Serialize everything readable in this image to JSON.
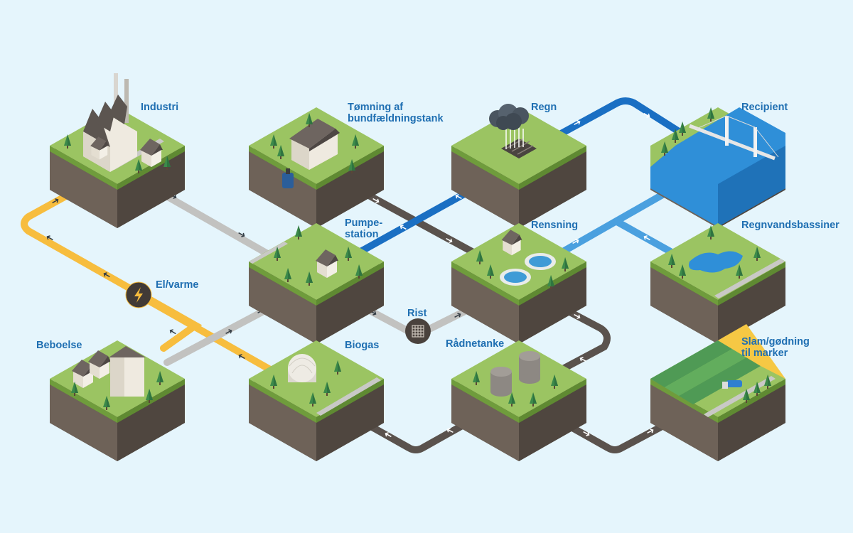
{
  "colors": {
    "background": "#e5f5fc",
    "label": "#1f6fb2",
    "energy_pipe": "#f7bd3e",
    "sewage_pipe": "#c2c2c0",
    "sludge_pipe": "#5a524d",
    "rain_pipe": "#1a6fc3",
    "clean_pipe": "#4aa0df",
    "grass": "#9bc462",
    "soil": "#63584f",
    "water": "#2f8fd8"
  },
  "nodes": {
    "industri": {
      "label": "Industri",
      "icon": "factory-icon"
    },
    "tomning": {
      "label_line1": "Tømning af",
      "label_line2": "bundfældningstank",
      "icon": "house-with-tank-icon"
    },
    "regn": {
      "label": "Regn",
      "icon": "rain-cloud-icon"
    },
    "recipient": {
      "label": "Recipient",
      "icon": "bridge-over-water-icon"
    },
    "pumpestation": {
      "label_line1": "Pumpe-",
      "label_line2": "station",
      "icon": "pump-house-icon"
    },
    "rensning": {
      "label": "Rensning",
      "icon": "treatment-plant-icon"
    },
    "regnvandsbassiner": {
      "label": "Regnvandsbassiner",
      "icon": "rainwater-basin-icon"
    },
    "el_varme": {
      "label": "El/varme",
      "icon": "lightning-icon"
    },
    "rist": {
      "label": "Rist",
      "icon": "grate-icon"
    },
    "beboelse": {
      "label": "Beboelse",
      "icon": "houses-icon"
    },
    "biogas": {
      "label": "Biogas",
      "icon": "gas-dome-icon"
    },
    "raadnetanke": {
      "label": "Rådnetanke",
      "icon": "digester-tanks-icon"
    },
    "slam": {
      "label_line1": "Slam/gødning",
      "label_line2": "til marker",
      "icon": "fields-with-tanker-truck-icon"
    }
  }
}
